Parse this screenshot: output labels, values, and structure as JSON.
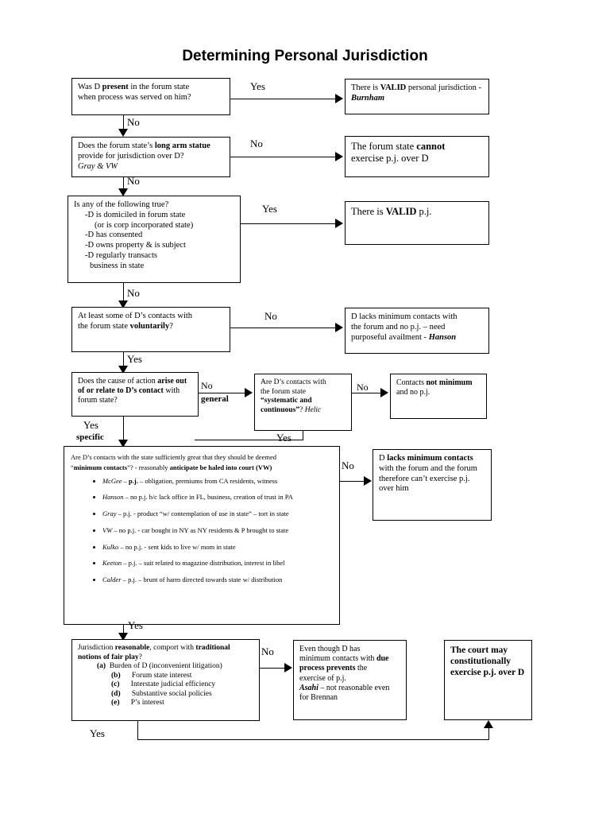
{
  "title": "Determining Personal Jurisdiction",
  "nodes": {
    "q_present": {
      "line1_pre": "Was D ",
      "line1_bold": "present",
      "line1_post": " in the forum state",
      "line2": "when process was served on him?"
    },
    "valid_burnham": {
      "pre": "There is ",
      "bold": "VALID",
      "mid": " personal jurisdiction - ",
      "case": "Burnham"
    },
    "q_longarm": {
      "pre": "Does the forum state’s ",
      "bold": "long arm statue",
      "post": " provide for jurisdiction over D?",
      "cases": "Gray & VW"
    },
    "cannot_exercise": {
      "pre": "The forum state ",
      "bold": "cannot",
      "post": "exercise p.j. over D"
    },
    "q_following_true": {
      "heading": "Is any of the following true?",
      "items": [
        "-D is domiciled in forum state",
        "(or is corp incorporated state)",
        "-D has consented",
        "-D owns property & is subject",
        "-D regularly transacts",
        "business in state"
      ]
    },
    "valid_pj": {
      "pre": "There is ",
      "bold": "VALID",
      "post": " p.j."
    },
    "q_voluntarily": {
      "line1": "At least some of D’s contacts with",
      "line2_pre": "the forum state ",
      "line2_bold": "voluntarily",
      "line2_post": "?"
    },
    "lacks_hanson": {
      "line1": "D lacks minimum contacts with",
      "line2": "the forum and no p.j. – need",
      "line3_pre": "purposeful availment - ",
      "case": "Hanson"
    },
    "q_arise": {
      "pre": "Does the cause of action ",
      "bold": "arise out of or relate to D’s contact",
      "post": " with forum state?"
    },
    "q_systematic": {
      "line1": "Are D’s contacts with",
      "line2": "the forum state",
      "line3_bold": "“systematic and continuous”",
      "line3_post": "? ",
      "case": "Helic"
    },
    "not_minimum": {
      "pre": "Contacts ",
      "bold": "not minimum",
      "post": " and no p.j."
    },
    "q_minimum_contacts": {
      "line1": "Are D’s contacts with the state sufficiently great that they should be deemed",
      "line2_pre": "“",
      "line2_bold1": "minimum contacts",
      "line2_mid": "”? - reasonably ",
      "line2_bold2": "anticipate be haled into court (VW)",
      "bullets": [
        {
          "case": "McGee",
          "dash": " – ",
          "bold": "p.j.",
          "text": " – obligation, premiums from CA residents, witness"
        },
        {
          "case": "Hanson",
          "dash": " – ",
          "bold": "",
          "text": "no p.j. b/c lack office in FL, business, creation of trust in PA"
        },
        {
          "case": "Gray",
          "dash": " – ",
          "bold": "",
          "text": "p.j. - product “w/ contemplation of use in state” – tort in state"
        },
        {
          "case": "VW",
          "dash": " – ",
          "bold": "",
          "text": "no p.j. - car bought in NY as NY residents & P brought to state"
        },
        {
          "case": "Kulko",
          "dash": " – ",
          "bold": "",
          "text": "no p.j. - sent kids to live w/ mom in state"
        },
        {
          "case": "Keeton",
          "dash": " – ",
          "bold": "",
          "text": "p.j. – suit related to magazine distribution, interest in libel"
        },
        {
          "case": "Calder",
          "dash": " – ",
          "bold": "",
          "text": "p.j. – brunt of harm directed towards state w/ distribution"
        }
      ]
    },
    "lacks_minimum": {
      "pre": "D ",
      "bold": "lacks minimum contacts",
      "post": " with the forum and the forum therefore can’t exercise p.j. over him"
    },
    "q_reasonable": {
      "pre": "Jurisdiction ",
      "bold1": "reasonable",
      "mid": ", comport with ",
      "bold2": "traditional notions of fair play",
      "post": "?",
      "items": [
        {
          "letter": "(a)",
          "text": "Burden of D (inconvenient litigation)"
        },
        {
          "letter": "(b)",
          "text": "Forum state interest"
        },
        {
          "letter": "(c)",
          "text": "Interstate judicial efficiency"
        },
        {
          "letter": "(d)",
          "text": "Substantive social policies"
        },
        {
          "letter": "(e)",
          "text": "P’s interest"
        }
      ]
    },
    "due_process": {
      "line1": "Even though D has",
      "line2_pre": "minimum contacts with ",
      "line2_bold": "due process prevents",
      "line2_post": " the",
      "line3": "exercise of p.j.",
      "case": "Asahi",
      "line4": " – not reasonable even",
      "line5": "for Brennan"
    },
    "court_may": {
      "text": "The court may constitutionally exercise p.j. over D"
    }
  },
  "edge_labels": {
    "yes1": "Yes",
    "no1": "No",
    "no2": "No",
    "no3": "No",
    "yes2": "Yes",
    "no4": "No",
    "no5": "No",
    "yes3": "Yes",
    "no6": "No",
    "general": "general",
    "no7": "No",
    "yes4": "Yes",
    "specific": "specific",
    "no8": "No",
    "yes5": "Yes",
    "no9": "No",
    "yes6": "Yes"
  }
}
